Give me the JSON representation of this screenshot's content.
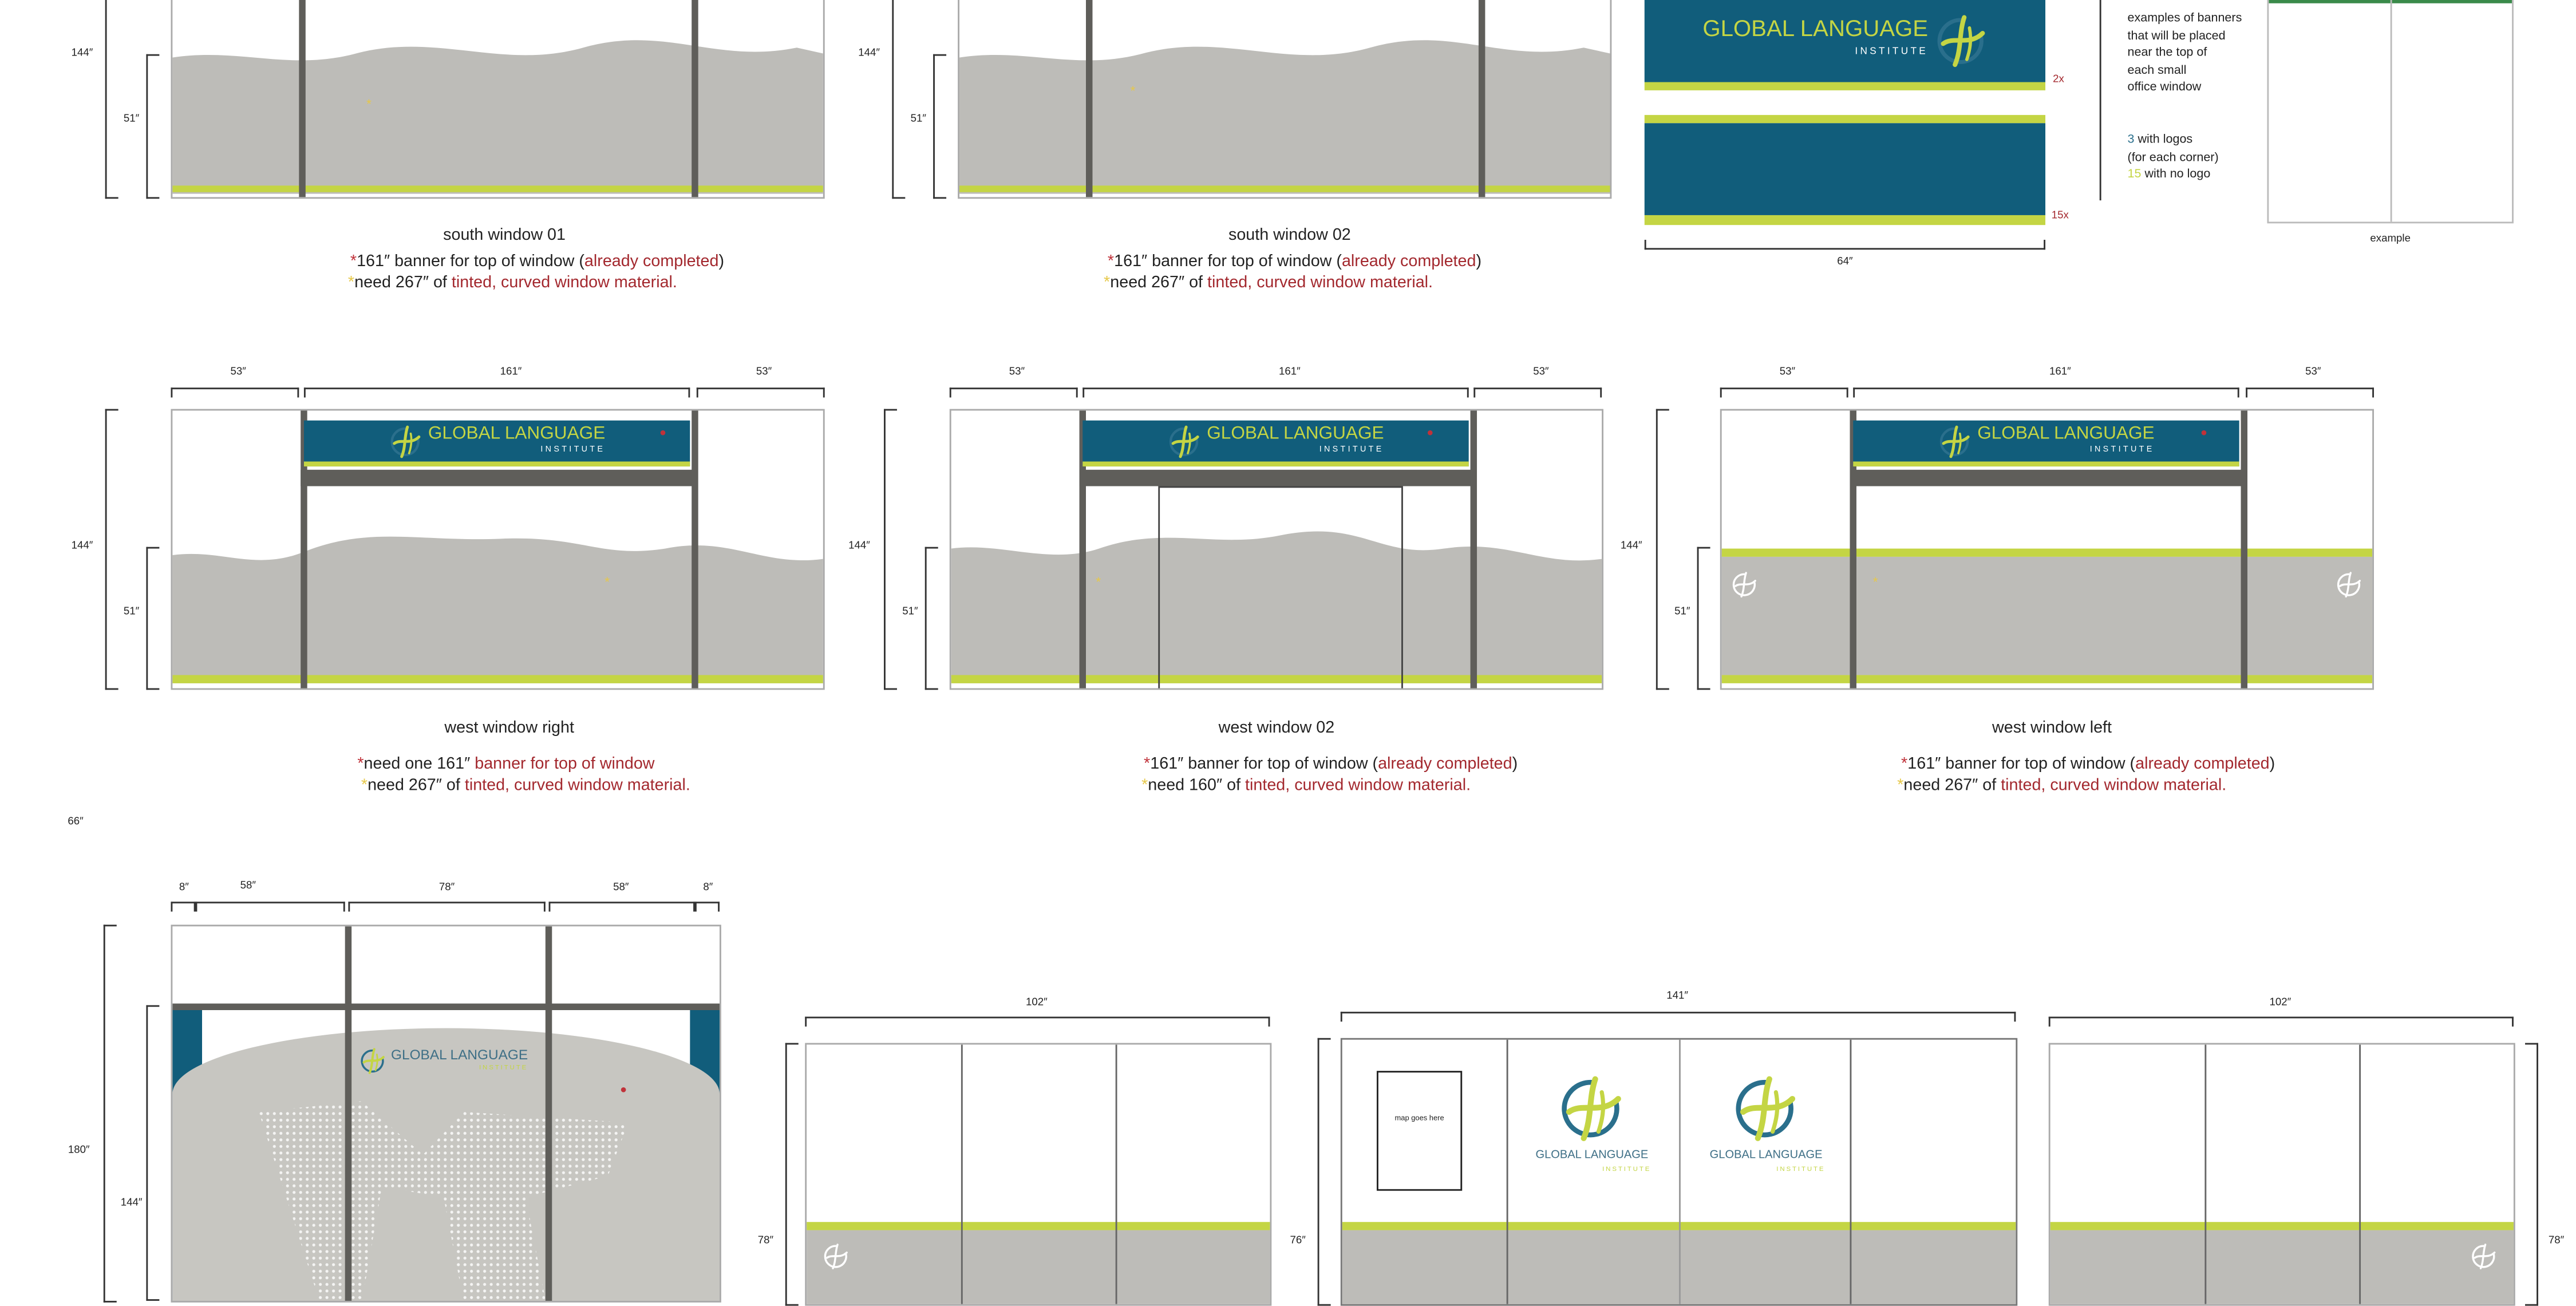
{
  "brand": {
    "name": "GLOBAL LANGUAGE",
    "sub": "INSTITUTE"
  },
  "colors": {
    "teal": "#115d7b",
    "green": "#c4d544",
    "gray": "#bdbcb8",
    "mullion": "#5f5e5a",
    "note_red": "#a3282e"
  },
  "south_windows": [
    {
      "title": "south window 01",
      "dim_total": "144″",
      "dim_lower": "51″",
      "line1": {
        "value": "161″ banner for top of window (",
        "highlight": "already completed",
        "end": ")"
      },
      "line2": {
        "value": "need 267″ of ",
        "highlight": "tinted, curved window material."
      }
    },
    {
      "title": "south window 02",
      "dim_total": "144″",
      "dim_lower": "51″",
      "line1": {
        "value": "161″ banner for top of window (",
        "highlight": "already completed",
        "end": ")"
      },
      "line2": {
        "value": "need 267″ of ",
        "highlight": "tinted, curved window material."
      }
    }
  ],
  "banner_samples": {
    "count_logo": "2x",
    "count_plain": "15x",
    "width": "64″",
    "notes": [
      "examples of banners",
      "that will be placed",
      "near the top of",
      "each  small",
      "office window"
    ],
    "logos_num": "3",
    "logos_text": " with logos",
    "logos_sub": "(for each corner)",
    "nologo_num": "15",
    "nologo_text": " with no logo",
    "example_label": "example"
  },
  "west_windows": [
    {
      "title": "west window right",
      "dims": [
        "53″",
        "161″",
        "53″"
      ],
      "dim_total": "144″",
      "dim_lower": "51″",
      "line1": {
        "value": "need one 161″ ",
        "highlight": "banner for top of window"
      },
      "line2": {
        "value": "need 267″ of ",
        "highlight": "tinted, curved window material."
      }
    },
    {
      "title": "west window 02",
      "dims": [
        "53″",
        "161″",
        "53″"
      ],
      "dim_total": "144″",
      "dim_lower": "51″",
      "line1": {
        "value": "161″ banner for top of window (",
        "highlight": "already completed",
        "end": ")"
      },
      "line2": {
        "value": "need 160″ of ",
        "highlight": "tinted, curved window material."
      }
    },
    {
      "title": "west window left",
      "dims": [
        "53″",
        "161″",
        "53″"
      ],
      "dim_total": "144″",
      "dim_lower": "51″",
      "line1": {
        "value": "161″ banner for top of window (",
        "highlight": "already completed",
        "end": ")"
      },
      "line2": {
        "value": "need 267″ of ",
        "highlight": "tinted, curved window material."
      }
    }
  ],
  "bottom": {
    "dim_66": "66″",
    "map_window": {
      "dims": [
        "8″",
        "58″",
        "78″",
        "58″",
        "8″"
      ],
      "dim_total": "180″",
      "dim_inner": "144″"
    },
    "left_panel": {
      "width": "102″",
      "height": "78″"
    },
    "center_panel": {
      "width": "141″",
      "height": "76″",
      "map_placeholder": "map goes here"
    },
    "right_panel": {
      "width": "102″",
      "height": "78″"
    }
  }
}
